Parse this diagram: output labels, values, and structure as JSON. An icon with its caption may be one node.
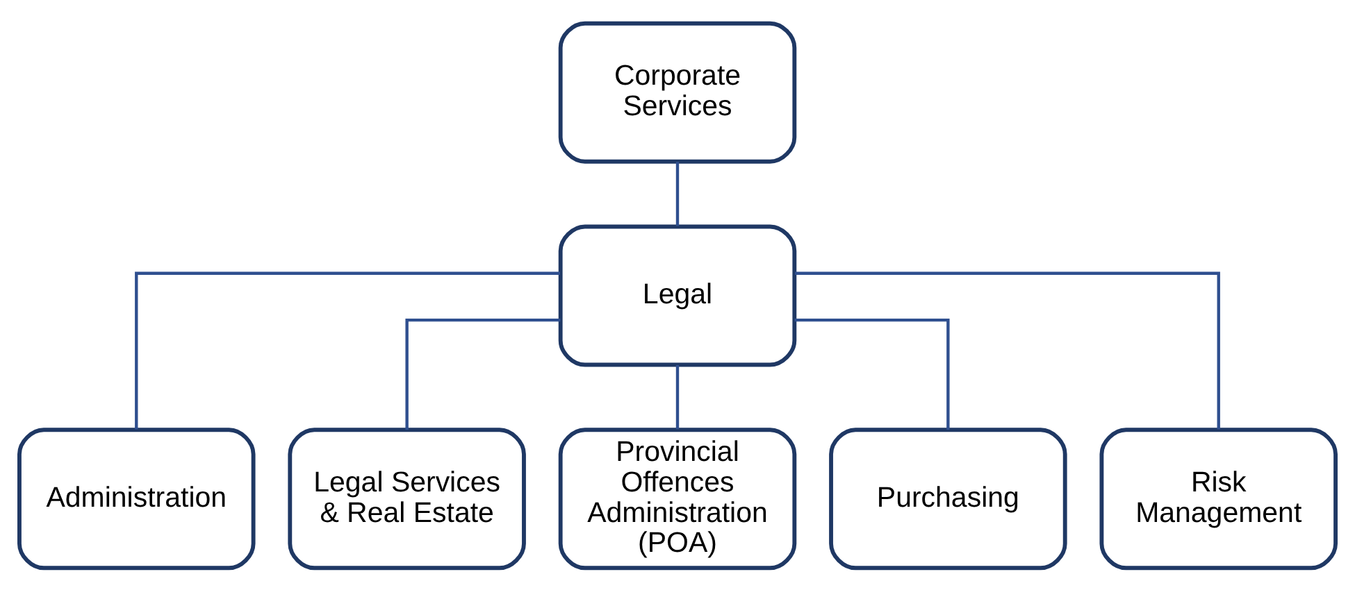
{
  "diagram": {
    "nodes": [
      {
        "text": [
          "Corporate Services"
        ]
      },
      {
        "text": [
          "Legal"
        ]
      },
      {
        "text": [
          "Administration"
        ]
      },
      {
        "text": [
          "Legal Services & Real Estate"
        ]
      },
      {
        "text": [
          "Provincial Offences Administration (POA)"
        ]
      },
      {
        "text": [
          "Purchasing"
        ]
      },
      {
        "text": [
          "Risk Management"
        ]
      }
    ],
    "edges": [
      {
        "from": 0,
        "to": 1,
        "arrow": "none"
      },
      {
        "from": 1,
        "to": 2,
        "arrow": "none"
      },
      {
        "from": 1,
        "to": 3,
        "arrow": "none"
      },
      {
        "from": 1,
        "to": 4,
        "arrow": "none"
      },
      {
        "from": 1,
        "to": 5,
        "arrow": "none"
      },
      {
        "from": 1,
        "to": 6,
        "arrow": "none"
      }
    ]
  }
}
